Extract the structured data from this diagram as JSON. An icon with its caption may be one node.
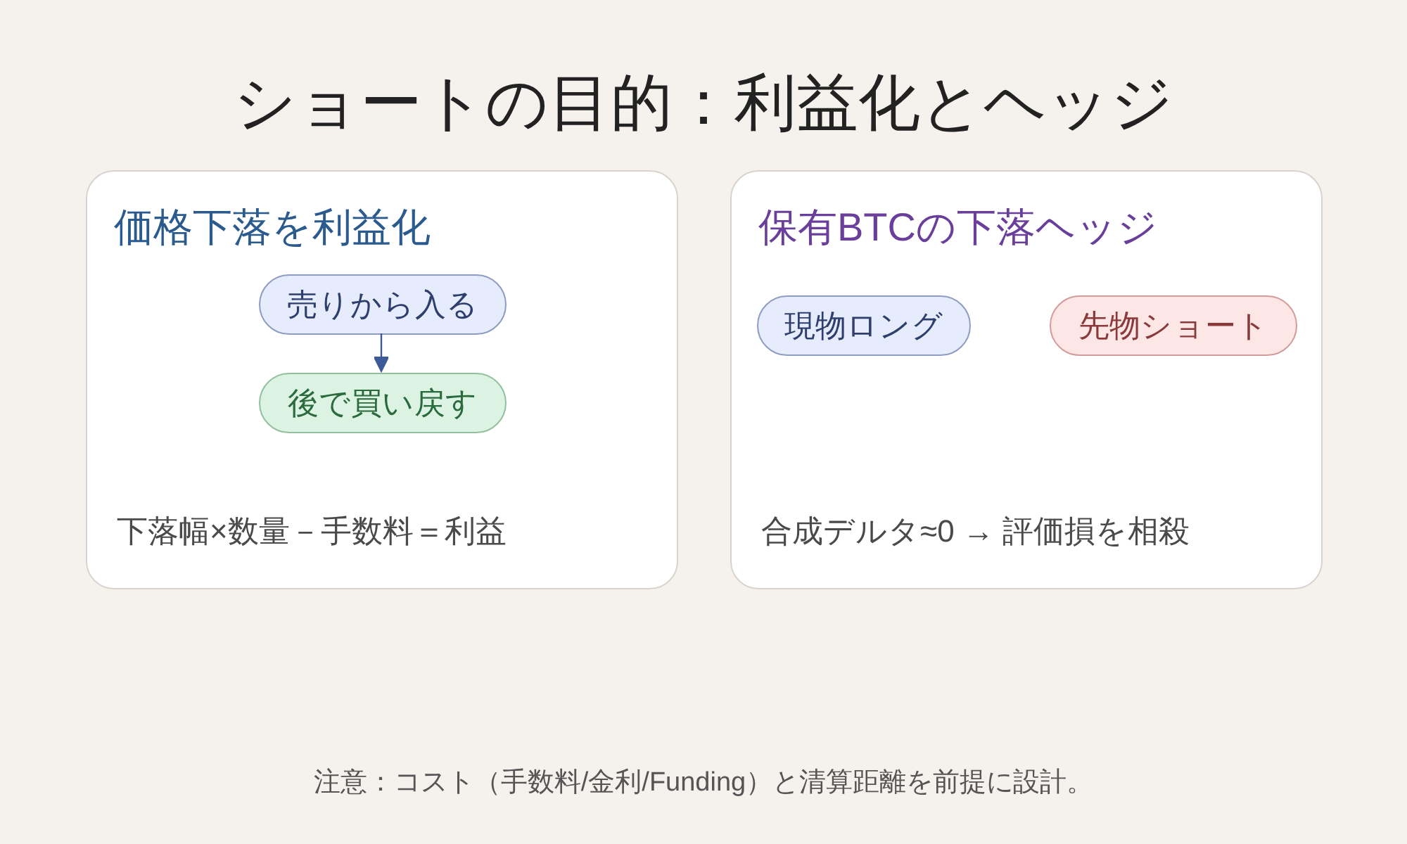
{
  "diagram": {
    "title": "ショートの目的：利益化とヘッジ",
    "caption": "注意：コスト（手数料/金利/Funding）と清算距離を前提に設計。",
    "nodes": [
      {
        "text": [
          "価格下落を利益化",
          "下落幅×数量－手数料＝利益"
        ]
      },
      {
        "text": [
          "売りから入る"
        ],
        "in": 0
      },
      {
        "text": [
          "後で買い戻す"
        ],
        "in": 0
      },
      {
        "text": [
          "保有BTCの下落ヘッジ",
          "合成デルタ≈0 → 評価損を相殺"
        ]
      },
      {
        "text": [
          "現物ロング"
        ],
        "in": 3
      },
      {
        "text": [
          "先物ショート"
        ],
        "in": 3
      }
    ],
    "edges": [
      {
        "from": 1,
        "to": 2,
        "arrow": "to"
      }
    ]
  }
}
